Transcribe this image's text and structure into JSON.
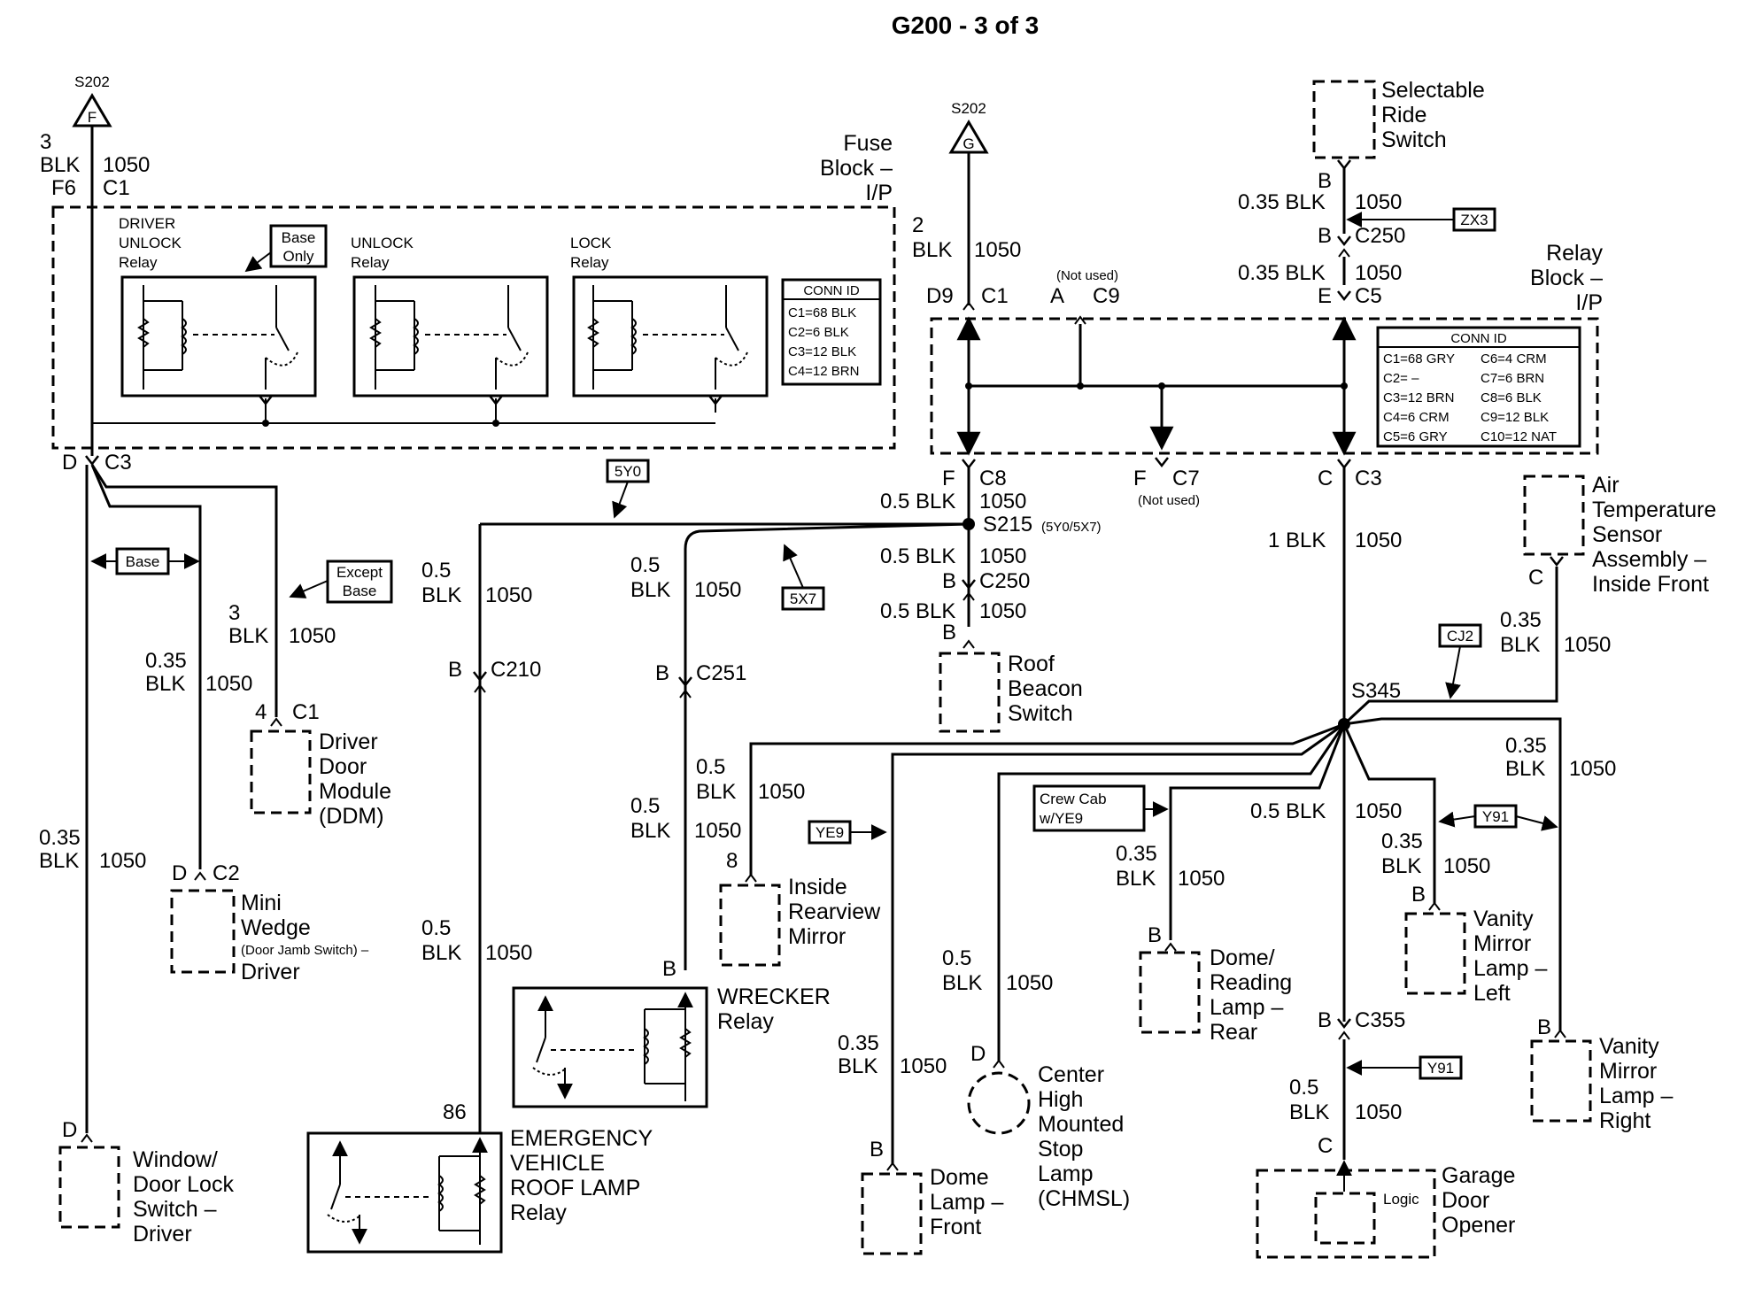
{
  "title": "G200 - 3 of 3",
  "wire": {
    "blk": "BLK",
    "circuit": "1050",
    "g05": "0.5",
    "g035": "0.35",
    "g3": "3",
    "g2": "2",
    "g1": "1",
    "g1blk": "1 BLK",
    "g05blk": "0.5 BLK",
    "g035blk": "0.35 BLK"
  },
  "splices": {
    "s202": "S202",
    "s202_f": "F",
    "s202_g": "G",
    "s215": "S215",
    "s215_note": "(5Y0/5X7)",
    "s345": "S345"
  },
  "connectors": {
    "f6": "F6",
    "c1": "C1",
    "d": "D",
    "c3": "C3",
    "c2": "C2",
    "c4": "4",
    "d9": "D9",
    "a": "A",
    "c9": "C9",
    "e": "E",
    "c5": "C5",
    "b": "B",
    "c250": "C250",
    "f": "F",
    "c8": "C8",
    "c7": "C7",
    "c": "C",
    "c210": "C210",
    "c251": "C251",
    "c355": "C355",
    "p8": "8",
    "p86": "86",
    "not_used": "(Not used)"
  },
  "options": {
    "base_only_1": "Base",
    "base_only_2": "Only",
    "base": "Base",
    "except_base_1": "Except",
    "except_base_2": "Base",
    "y5y0": "5Y0",
    "y5x7": "5X7",
    "zx3": "ZX3",
    "cj2": "CJ2",
    "ye9": "YE9",
    "y91": "Y91",
    "crew_cab_1": "Crew Cab",
    "crew_cab_2": "w/YE9"
  },
  "fuse_block": {
    "name_1": "Fuse",
    "name_2": "Block –",
    "name_3": "I/P",
    "relays": [
      {
        "line1": "DRIVER",
        "line2": "UNLOCK",
        "line3": "Relay"
      },
      {
        "line1": "UNLOCK",
        "line2": "Relay"
      },
      {
        "line1": "LOCK",
        "line2": "Relay"
      }
    ],
    "conn_id_title": "CONN ID",
    "conn_id": [
      "C1=68 BLK",
      "C2=6 BLK",
      "C3=12 BLK",
      "C4=12 BRN"
    ]
  },
  "relay_block": {
    "name_1": "Relay",
    "name_2": "Block –",
    "name_3": "I/P",
    "conn_id_title": "CONN ID",
    "conn_id_left": [
      "C1=68 GRY",
      "C2= –",
      "C3=12 BRN",
      "C4=6 CRM",
      "C5=6 GRY"
    ],
    "conn_id_right": [
      "C6=4 CRM",
      "C7=6 BRN",
      "C8=6 BLK",
      "C9=12 BLK",
      "C10=12 NAT"
    ]
  },
  "components": {
    "selectable_ride": [
      "Selectable",
      "Ride",
      "Switch"
    ],
    "air_temp": [
      "Air",
      "Temperature",
      "Sensor",
      "Assembly –",
      "Inside Front"
    ],
    "roof_beacon": [
      "Roof",
      "Beacon",
      "Switch"
    ],
    "ddm": [
      "Driver",
      "Door",
      "Module",
      "(DDM)"
    ],
    "mini_wedge": [
      "Mini",
      "Wedge",
      "(Door Jamb Switch) –",
      "Driver"
    ],
    "window_switch": [
      "Window/",
      "Door Lock",
      "Switch –",
      "Driver"
    ],
    "wrecker": [
      "WRECKER",
      "Relay"
    ],
    "emergency": [
      "EMERGENCY",
      "VEHICLE",
      "ROOF LAMP",
      "Relay"
    ],
    "mirror": [
      "Inside",
      "Rearview",
      "Mirror"
    ],
    "chmsl": [
      "Center",
      "High",
      "Mounted",
      "Stop",
      "Lamp",
      "(CHMSL)"
    ],
    "dome_front": [
      "Dome",
      "Lamp –",
      "Front"
    ],
    "dome_rear": [
      "Dome/",
      "Reading",
      "Lamp –",
      "Rear"
    ],
    "vanity_left": [
      "Vanity",
      "Mirror",
      "Lamp –",
      "Left"
    ],
    "vanity_right": [
      "Vanity",
      "Mirror",
      "Lamp –",
      "Right"
    ],
    "garage": [
      "Garage",
      "Door",
      "Opener"
    ],
    "logic": "Logic"
  }
}
